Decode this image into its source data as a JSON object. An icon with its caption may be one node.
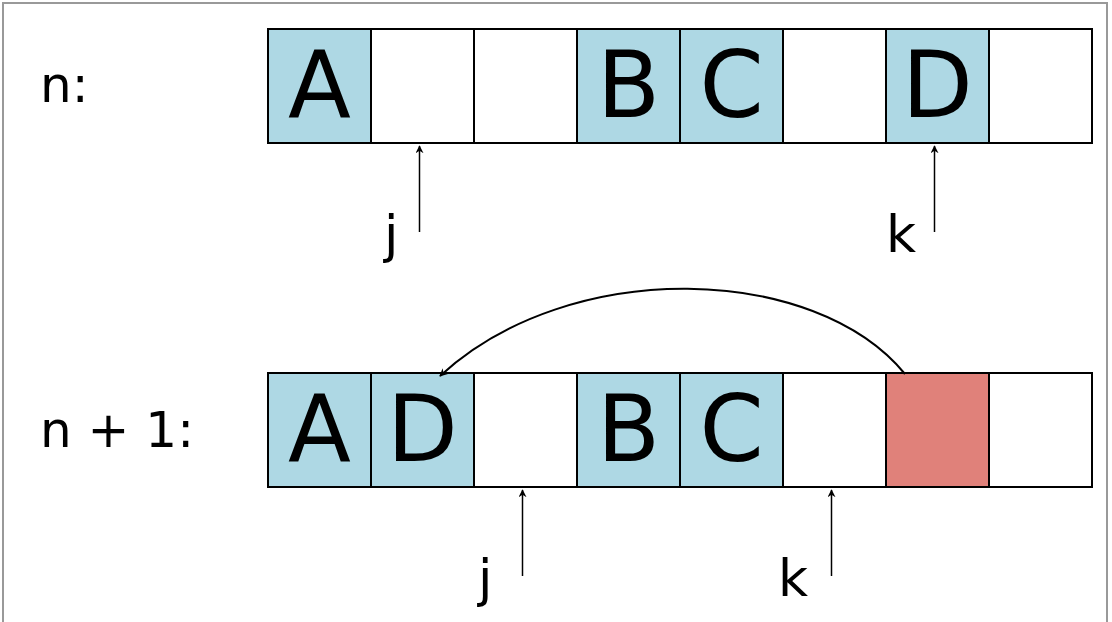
{
  "diagram": {
    "nodes": [
      {
        "text": [
          "A"
        ]
      },
      {
        "text": [],
        "shape": "box"
      },
      {
        "text": [],
        "shape": "box"
      },
      {
        "text": [
          "B"
        ]
      },
      {
        "text": [
          "C"
        ]
      },
      {
        "text": [],
        "shape": "box"
      },
      {
        "text": [
          "D"
        ]
      },
      {
        "text": [],
        "shape": "box"
      },
      {
        "text": [
          "j"
        ]
      },
      {
        "text": [
          "k"
        ]
      },
      {
        "text": [
          "A"
        ]
      },
      {
        "text": [
          "D"
        ]
      },
      {
        "text": [],
        "shape": "box"
      },
      {
        "text": [
          "B"
        ]
      },
      {
        "text": [
          "C"
        ]
      },
      {
        "text": [],
        "shape": "box"
      },
      {
        "text": [],
        "shape": "box"
      },
      {
        "text": [],
        "shape": "box"
      },
      {
        "text": [
          "j"
        ]
      },
      {
        "text": [
          "k"
        ]
      }
    ],
    "edges": [
      {
        "from": 8,
        "to": 1,
        "arrow": "to"
      },
      {
        "from": 9,
        "to": 6,
        "arrow": "to"
      },
      {
        "from": 16,
        "to": 11,
        "arrow": "to"
      },
      {
        "from": 18,
        "to": 12,
        "arrow": "to"
      },
      {
        "from": 19,
        "to": 15,
        "arrow": "to"
      }
    ],
    "labels": [
      "n:",
      "n + 1:"
    ]
  }
}
